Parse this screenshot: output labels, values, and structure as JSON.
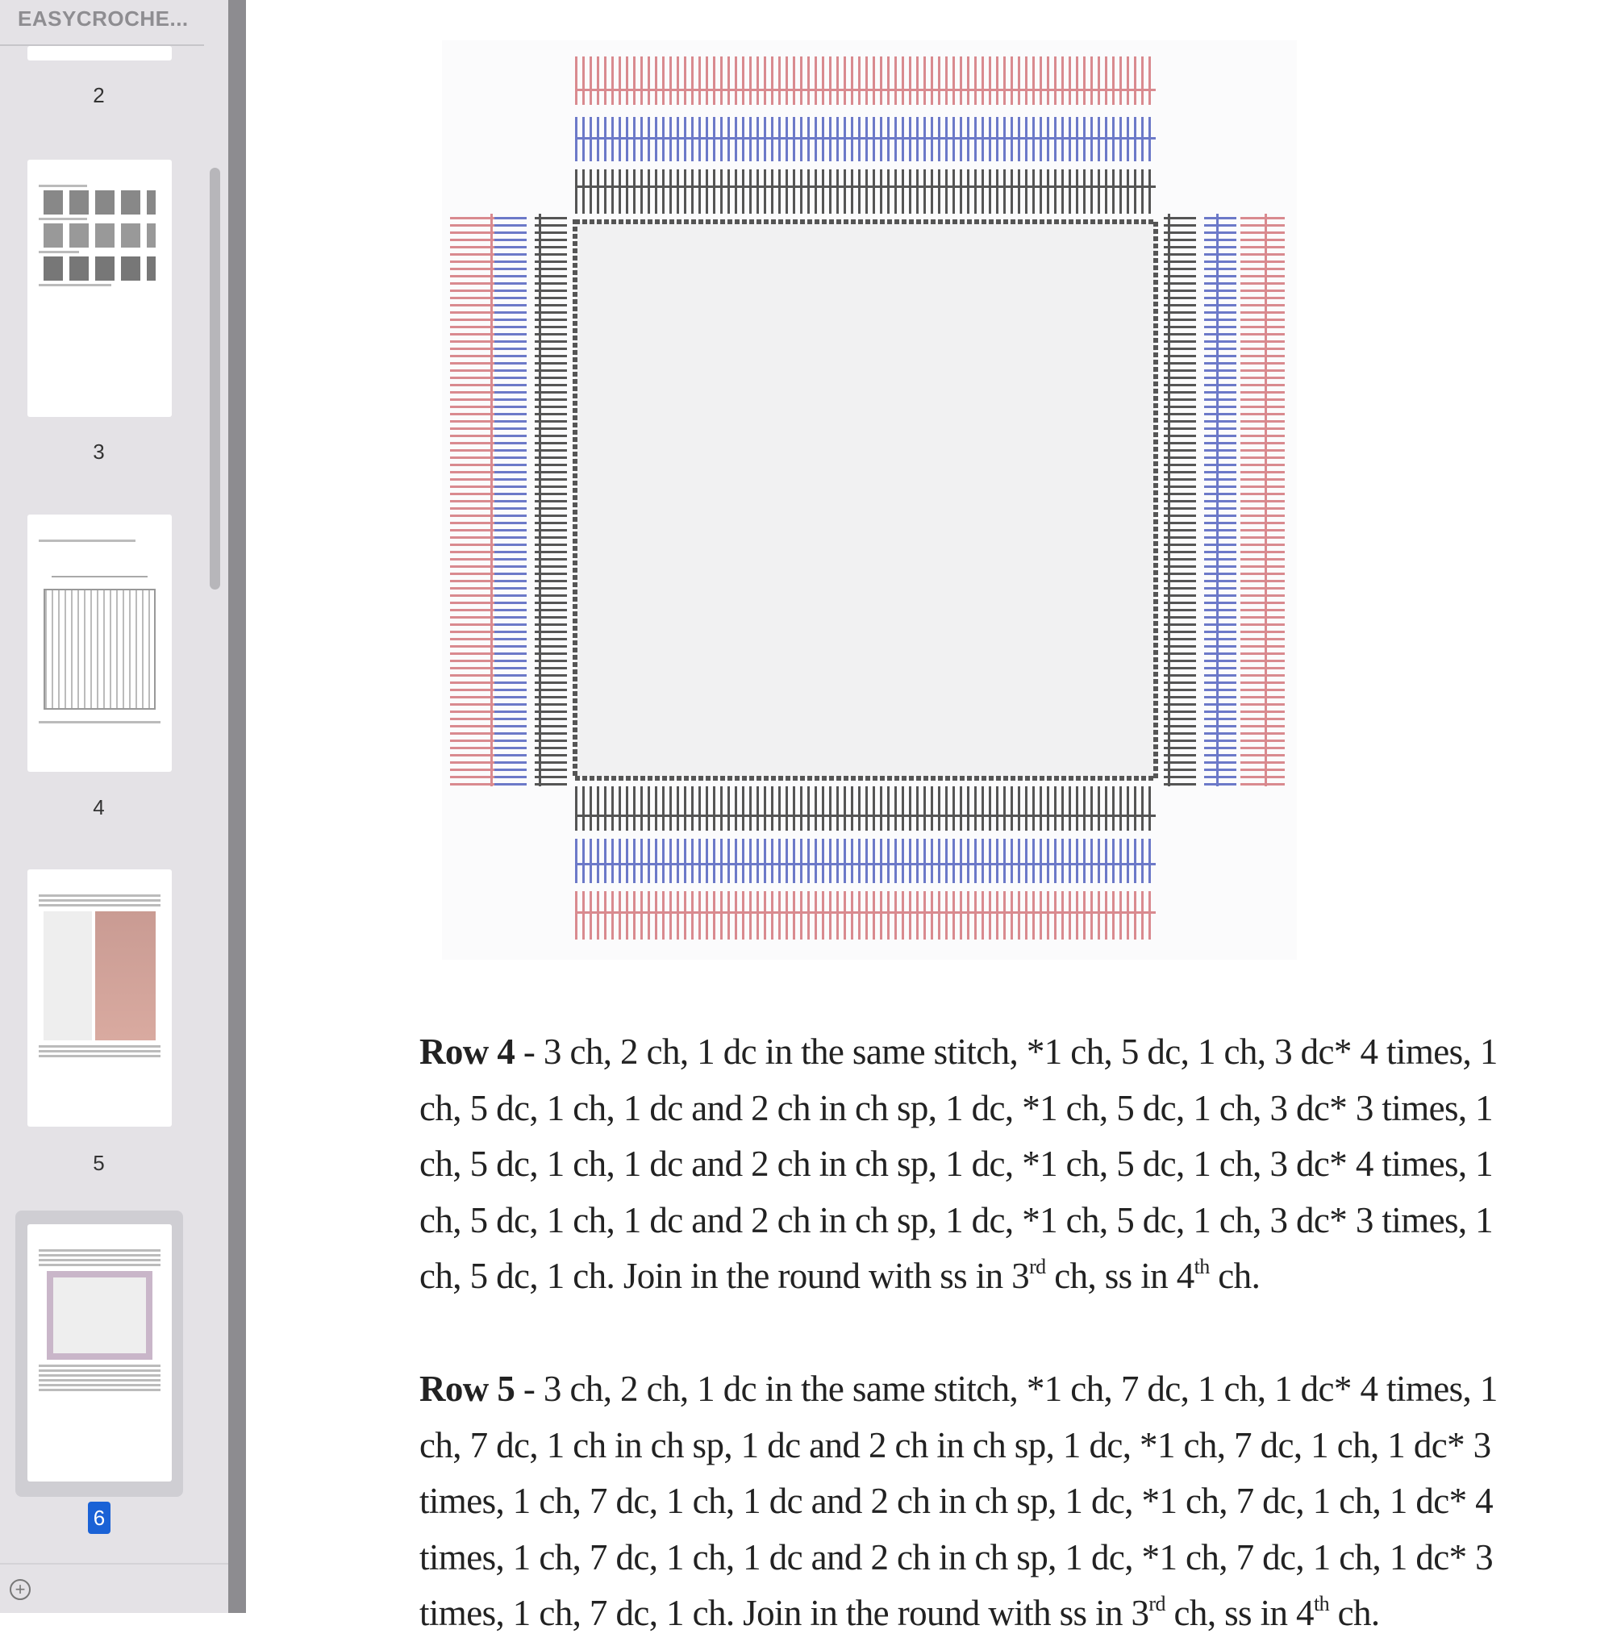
{
  "sidebar": {
    "doc_title": "EASYCROCHE...",
    "pages": [
      {
        "label": "2"
      },
      {
        "label": "3"
      },
      {
        "label": "4"
      },
      {
        "label": "5"
      },
      {
        "label": "6",
        "selected": true
      }
    ],
    "add_icon": "plus-circle-icon"
  },
  "colors": {
    "accent": "#1a62d6",
    "pink": "#d98a8f",
    "blue": "#6c79c8",
    "dark": "#444444"
  },
  "content": {
    "row4": {
      "label": "Row 4",
      "text": " - 3 ch, 2 ch, 1 dc in the same stitch, *1 ch, 5 dc, 1 ch, 3 dc* 4 times, 1 ch, 5 dc, 1 ch, 1 dc and 2 ch in ch sp, 1 dc, *1 ch, 5 dc, 1 ch, 3 dc* 3 times, 1 ch, 5 dc, 1 ch, 1 dc and 2 ch in ch sp, 1 dc, *1 ch, 5 dc, 1 ch, 3 dc* 4 times, 1 ch, 5 dc, 1 ch, 1 dc and 2 ch in ch sp, 1 dc, *1 ch, 5 dc, 1 ch, 3 dc* 3 times, 1 ch, 5 dc, 1 ch. Join in the round with ss in 3",
      "sup1": "rd",
      "mid": " ch, ss in 4",
      "sup2": "th",
      "end": " ch."
    },
    "row5": {
      "label": "Row 5",
      "text": " - 3 ch, 2 ch, 1 dc in the same stitch, *1 ch, 7 dc, 1 ch, 1 dc* 4 times, 1 ch, 7 dc, 1 ch in ch sp, 1 dc and 2 ch in ch sp, 1 dc, *1 ch, 7 dc, 1 ch, 1 dc* 3 times, 1 ch, 7 dc, 1 ch, 1 dc and 2 ch in ch sp, 1 dc, *1 ch, 7 dc, 1 ch, 1 dc* 4 times, 1 ch, 7 dc, 1 ch, 1 dc and 2 ch in ch sp, 1 dc, *1 ch, 7 dc, 1 ch, 1 dc* 3 times, 1 ch, 7 dc, 1 ch. Join in the round with ss in 3",
      "sup1": "rd",
      "mid": " ch, ss in 4",
      "sup2": "th",
      "end": " ch."
    }
  }
}
